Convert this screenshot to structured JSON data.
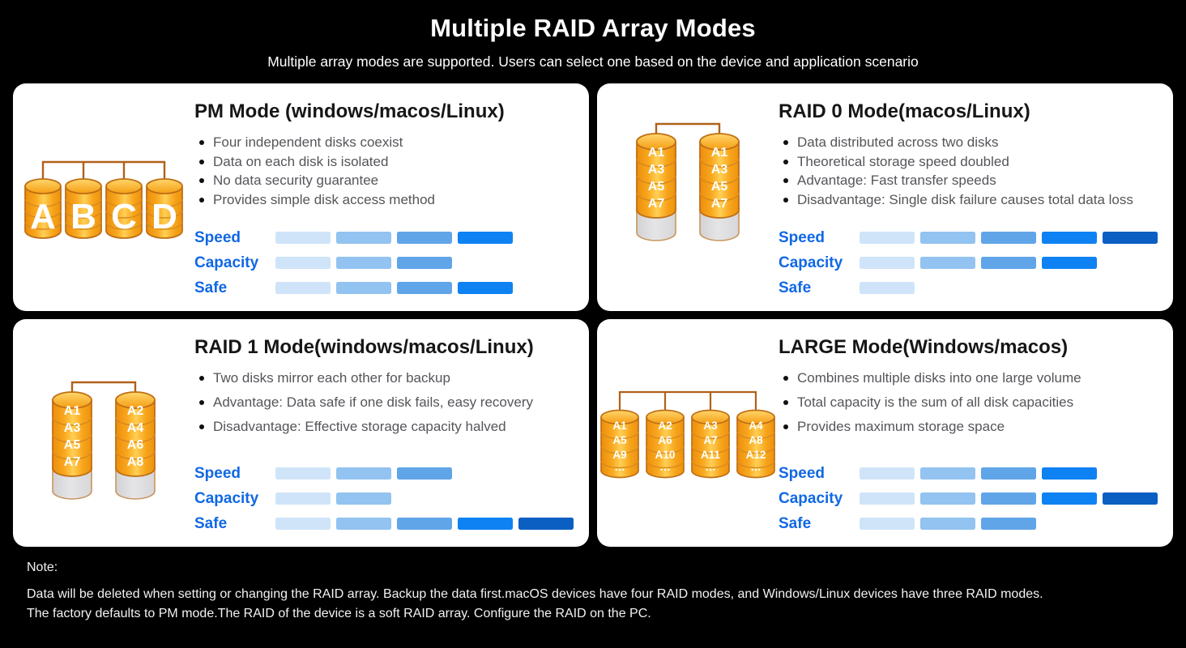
{
  "page": {
    "title": "Multiple RAID Array Modes",
    "subtitle": "Multiple array modes are supported. Users can select one based on the device and application scenario"
  },
  "ratings_legend": {
    "speed": "Speed",
    "capacity": "Capacity",
    "safe": "Safe"
  },
  "colors": {
    "background": "#000000",
    "card_background": "#ffffff",
    "rating_label_blue": "#1168e4",
    "rating_segment_scale": [
      "#cfe4f9",
      "#93c3f0",
      "#60a5e8",
      "#0e82f3",
      "#0b5fc2"
    ],
    "bullet_text_gray": "#55555a",
    "disk_orange": "#f9a81f",
    "disk_outline": "#bf6f15",
    "disk_gray_section": "#dcdcde"
  },
  "cards": [
    {
      "title": "PM Mode (windows/macos/Linux)",
      "bullets": [
        "Four independent disks coexist",
        "Data on each disk is isolated",
        "No data security guarantee",
        "Provides simple disk access method"
      ],
      "ratings": {
        "speed": 4,
        "capacity": 3,
        "safe": 4
      },
      "disks": {
        "labels": [
          "A",
          "B",
          "C",
          "D"
        ]
      }
    },
    {
      "title": "RAID 0 Mode(macos/Linux)",
      "bullets": [
        "Data distributed across two disks",
        "Theoretical storage speed doubled",
        "Advantage: Fast transfer speeds",
        "Disadvantage: Single disk failure causes total data loss"
      ],
      "ratings": {
        "speed": 5,
        "capacity": 4,
        "safe": 1
      },
      "disks": {
        "columns": [
          [
            "A1",
            "A3",
            "A5",
            "A7"
          ],
          [
            "A1",
            "A3",
            "A5",
            "A7"
          ]
        ]
      }
    },
    {
      "title": "RAID 1 Mode(windows/macos/Linux)",
      "bullets": [
        "Two disks mirror each other for backup",
        "Advantage: Data safe if one disk fails, easy recovery",
        "Disadvantage: Effective storage capacity halved"
      ],
      "ratings": {
        "speed": 3,
        "capacity": 2,
        "safe": 5
      },
      "disks": {
        "columns": [
          [
            "A1",
            "A3",
            "A5",
            "A7"
          ],
          [
            "A2",
            "A4",
            "A6",
            "A8"
          ]
        ]
      }
    },
    {
      "title": "LARGE Mode(Windows/macos)",
      "bullets": [
        "Combines multiple disks into one large volume",
        "Total capacity is the sum of all disk capacities",
        "Provides maximum storage space"
      ],
      "ratings": {
        "speed": 4,
        "capacity": 5,
        "safe": 3
      },
      "disks": {
        "columns": [
          [
            "A1",
            "A5",
            "A9",
            "…"
          ],
          [
            "A2",
            "A6",
            "A10",
            "…"
          ],
          [
            "A3",
            "A7",
            "A11",
            "…"
          ],
          [
            "A4",
            "A8",
            "A12",
            "…"
          ]
        ]
      }
    }
  ],
  "note": {
    "label": "Note:",
    "line1": "Data will be deleted when setting or changing the RAID array. Backup the data first.macOS devices have four RAID modes, and Windows/Linux devices have three RAID modes.",
    "line2": "The factory defaults to PM mode.The RAID of the device is a soft RAID array. Configure the RAID on the PC."
  }
}
